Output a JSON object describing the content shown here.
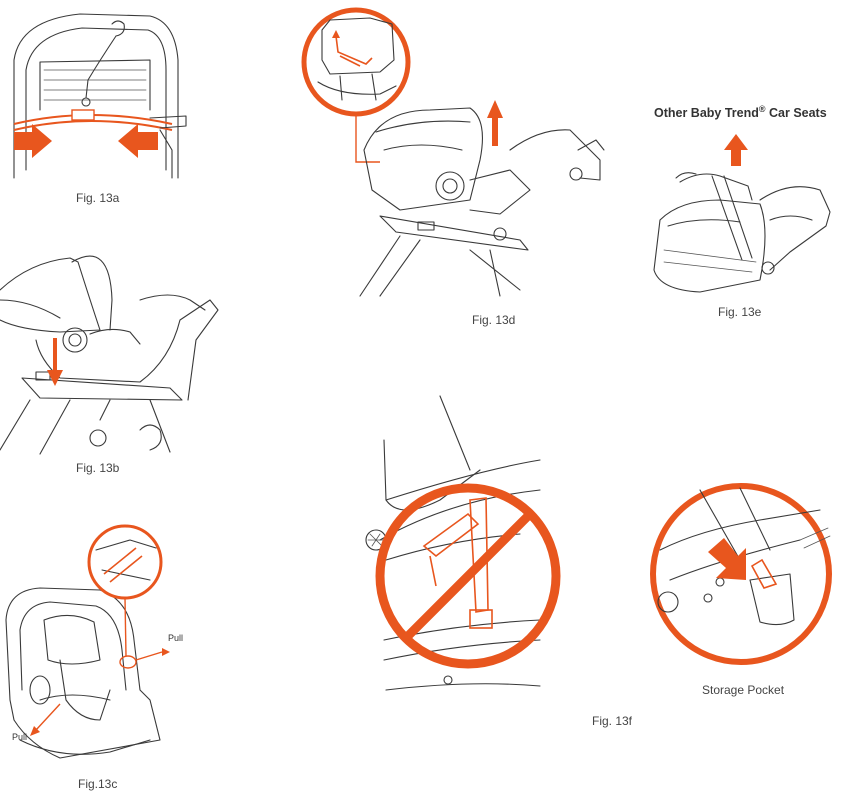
{
  "figures": {
    "fig13a": "Fig. 13a",
    "fig13b": "Fig. 13b",
    "fig13c": "Fig.13c",
    "fig13d": "Fig. 13d",
    "fig13e": "Fig. 13e",
    "fig13f": "Fig. 13f"
  },
  "labels": {
    "other_title": "Other Baby Trend",
    "registered": "®",
    "other_suffix": " Car Seats",
    "pull_right": "Pull",
    "pull_left": "Pull",
    "storage_pocket": "Storage Pocket"
  },
  "colors": {
    "accent": "#e8561e",
    "line": "#3a3a3a"
  }
}
